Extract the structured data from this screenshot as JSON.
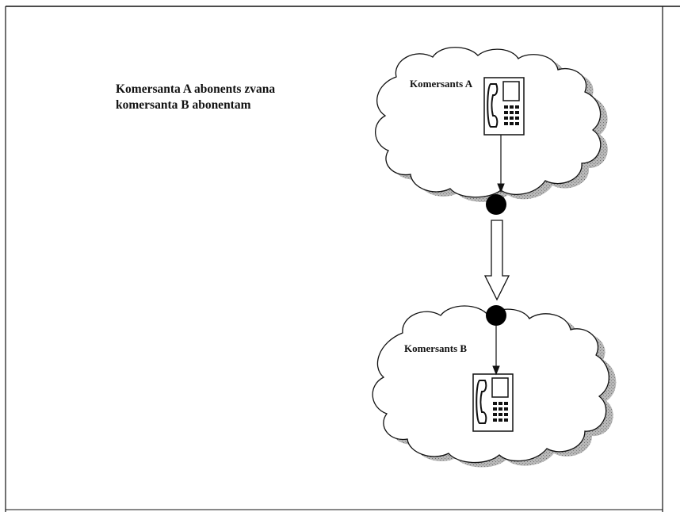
{
  "diagram": {
    "description_lines": [
      "Komersanta A abonents zvana",
      "komersanta B abonentam"
    ],
    "network_a_label": "Komersants A",
    "network_b_label": "Komersants B"
  },
  "colors": {
    "line": "#111111",
    "node": "#000000",
    "cloud_shadow": "#9a9a9a",
    "background": "#ffffff"
  },
  "icons": {
    "phone": "desk-phone-icon",
    "node": "network-node-icon"
  }
}
